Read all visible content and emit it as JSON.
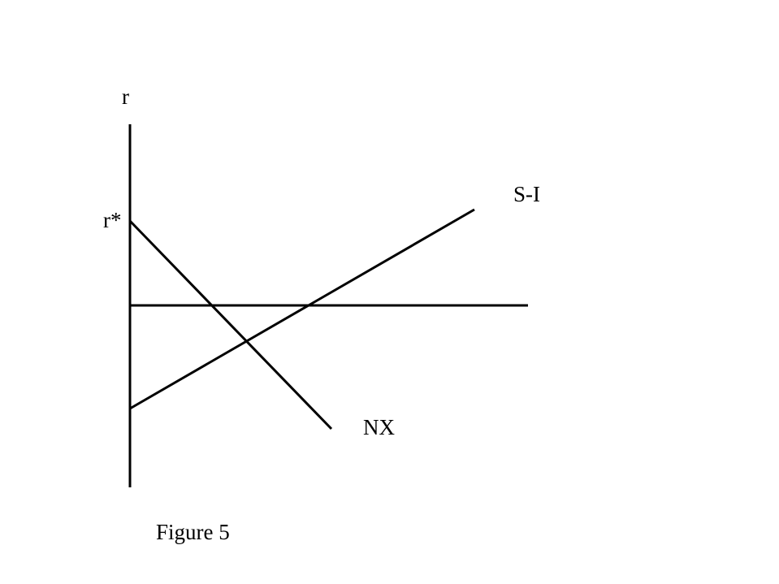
{
  "diagram": {
    "y_axis_label": "r",
    "world_rate_label": "r*",
    "savings_investment_label": "S-I",
    "net_exports_label": "NX",
    "caption": "Figure 5"
  },
  "colors": {
    "line": "#000000",
    "background": "#ffffff"
  }
}
